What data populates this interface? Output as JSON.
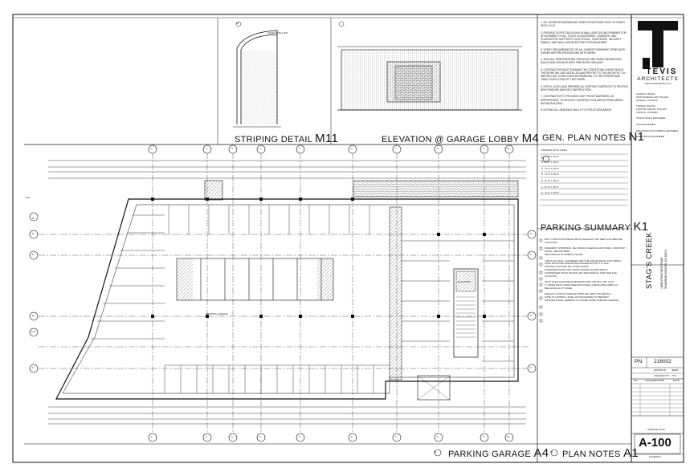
{
  "sheet": {
    "number": "A-100",
    "sheet_label": "GARAGE PLAN",
    "project_number_label": "PN:",
    "project_number": "216002",
    "drawn_by_label": "DRAWN BY",
    "drawn_by": "JEMB",
    "checked_by_label": "CHECKED BY",
    "checked_by": "TTG",
    "date": "10/18/2017",
    "revision_header": [
      "NO.",
      "ISSUE/REVISION",
      "DATE"
    ]
  },
  "firm": {
    "name": "TEVIS",
    "subtitle": "ARCHITECTS",
    "website": "www.tevisarchitects.com"
  },
  "project": {
    "name": "STAG'S CREEK",
    "address_line1": "19845 FRONTAGE ROAD",
    "address_line2": "SHAWNEE MISSION, KS 66203"
  },
  "titles": {
    "striping_detail": {
      "label": "STRIPING DETAIL",
      "ref": "M11"
    },
    "elevation": {
      "label": "ELEVATION @ GARAGE LOBBY",
      "ref": "M4"
    },
    "gen_plan_notes": {
      "label": "GEN. PLAN NOTES",
      "ref": "N1"
    },
    "parking_summary": {
      "label": "PARKING SUMMARY",
      "ref": "K1"
    },
    "parking_garage": {
      "label": "PARKING GARAGE",
      "ref": "A4"
    },
    "plan_notes": {
      "label": "PLAN NOTES",
      "ref": "A1"
    }
  },
  "plan_labels": {
    "parking_garage": "PARKING GARAGE",
    "elevator": "ELEVATOR",
    "safety_yellow": "SAFETY YELLOW"
  },
  "grid_columns": [
    "D",
    "1",
    "2",
    "3",
    "4",
    "5",
    "6",
    "7",
    "8",
    "9",
    "10",
    "11",
    "12",
    "13",
    "14"
  ],
  "grid_rows": [
    "E.9",
    "G",
    "F",
    "D",
    "C.5",
    "C"
  ],
  "colors": {
    "ink": "#111111",
    "paper": "#ffffff",
    "hatch": "#555555"
  }
}
